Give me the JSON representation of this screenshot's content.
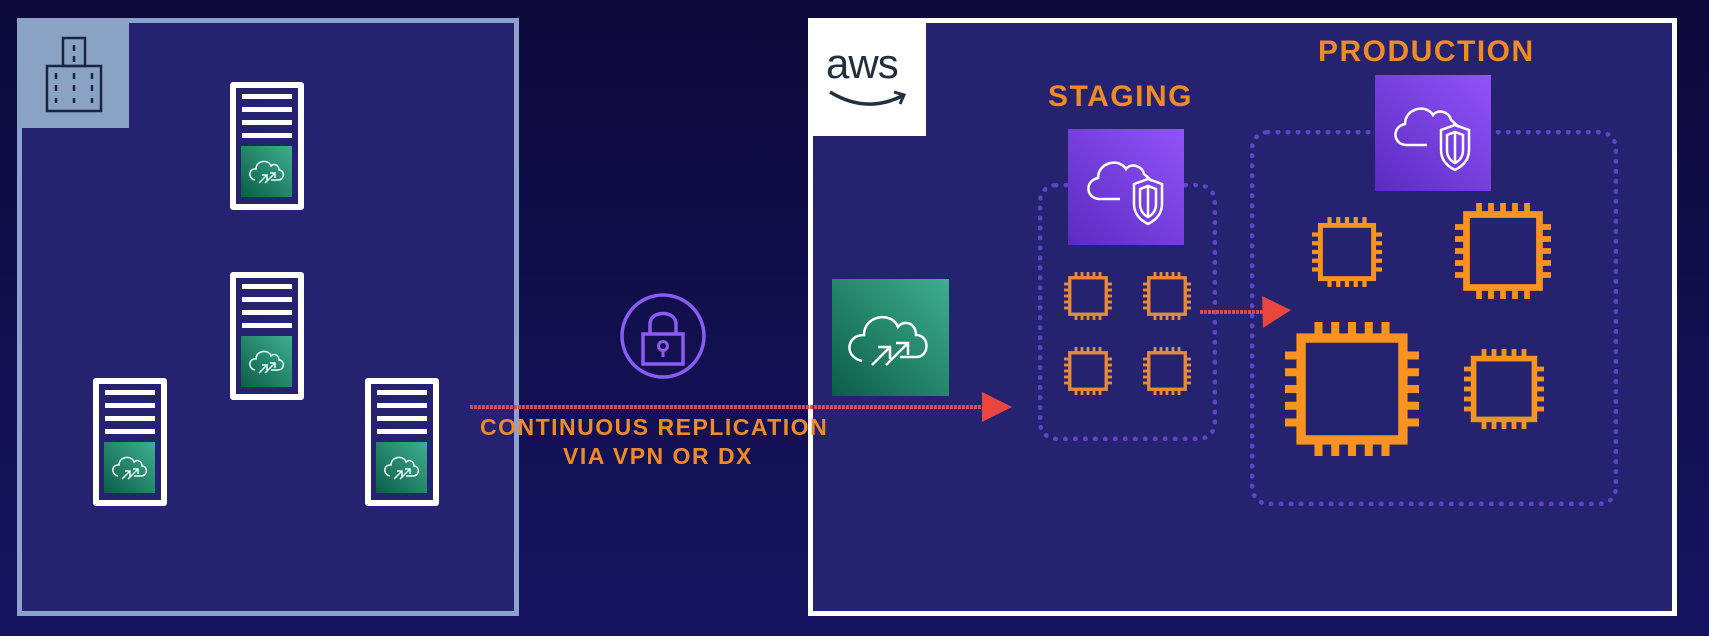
{
  "diagram": {
    "onprem": {
      "name": "On-premises data center",
      "corner_icon": "building-icon",
      "servers": [
        {
          "name": "server-top",
          "icon": "replication-agent-icon"
        },
        {
          "name": "server-middle",
          "icon": "replication-agent-icon"
        },
        {
          "name": "server-bottom-left",
          "icon": "replication-agent-icon"
        },
        {
          "name": "server-bottom-right",
          "icon": "replication-agent-icon"
        }
      ]
    },
    "connection": {
      "icon": "lock-icon",
      "line1": "CONTINUOUS REPLICATION",
      "line2": "VIA VPN OR DX"
    },
    "aws": {
      "logo_text": "aws",
      "replication_service_icon": "cloud-migration-icon",
      "staging": {
        "title": "STAGING",
        "icon": "cloud-shield-icon",
        "instances": 4
      },
      "production": {
        "title": "PRODUCTION",
        "icon": "cloud-shield-icon",
        "instances": 4
      }
    },
    "colors": {
      "background": "#0f0d3e",
      "panel": "#25236f",
      "onprem_border": "#8aa2cc",
      "aws_border": "#ffffff",
      "label_orange": "#f08a24",
      "arrow_red": "#e8463f",
      "compute_orange": "#f7931e",
      "lock_purple": "#8a5cf0",
      "agent_green": "#1f8a6a"
    }
  }
}
